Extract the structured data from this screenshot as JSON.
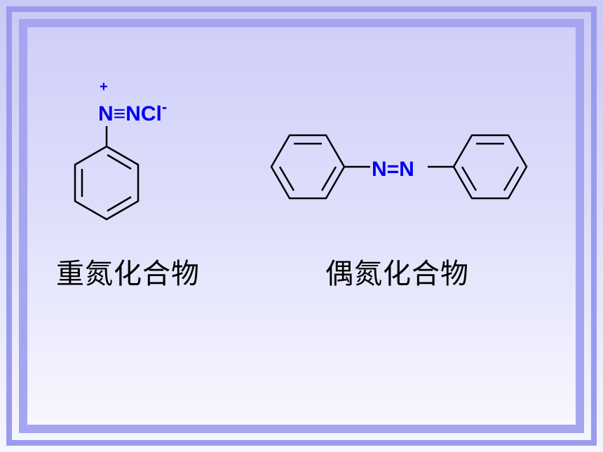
{
  "slide": {
    "frame_color": "#9b9bee",
    "background_color": "#d8d8fa"
  },
  "diazonium": {
    "charge": "+",
    "formula": "N≡NCl",
    "counter_charge": "-",
    "caption": "重氮化合物"
  },
  "azo": {
    "formula": "N=N",
    "caption": "偶氮化合物"
  },
  "colors": {
    "atom_label": "#0000ee",
    "bond": "#000000"
  }
}
